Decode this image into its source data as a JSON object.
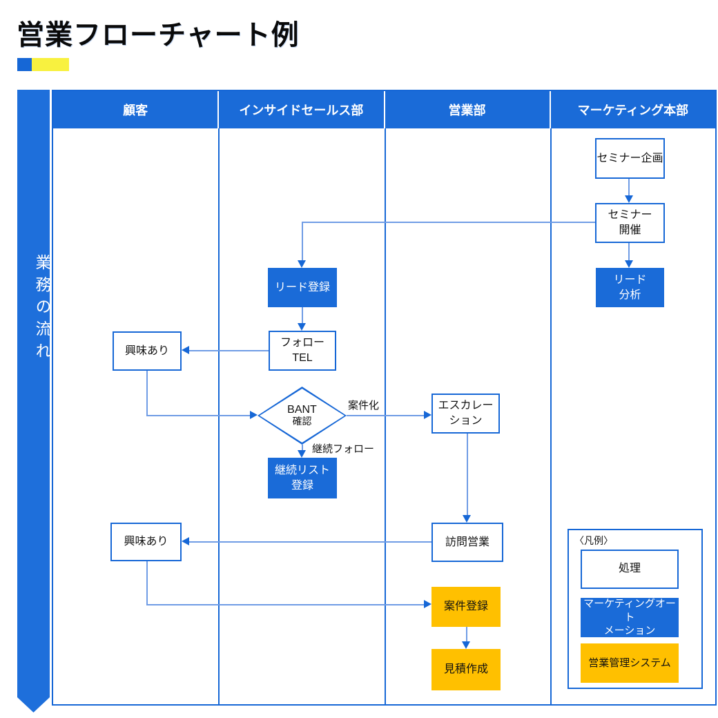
{
  "title": "営業フローチャート例",
  "ribbon": {
    "label": "業務の流れ"
  },
  "lanes": {
    "customer": "顧客",
    "inside_sales": "インサイドセールス部",
    "sales": "営業部",
    "marketing": "マーケティング本部"
  },
  "nodes": {
    "seminar_plan": "セミナー企画",
    "seminar_hold": "セミナー\n開催",
    "lead_analysis": "リード\n分析",
    "lead_register": "リード登録",
    "follow_tel": "フォロー\nTEL",
    "interested_1": "興味あり",
    "bant_line1": "BANT",
    "bant_line2": "確認",
    "continue_list": "継続リスト\n登録",
    "escalation": "エスカレー\nション",
    "visit_sales": "訪問営業",
    "interested_2": "興味あり",
    "case_register": "案件登録",
    "quote_create": "見積作成"
  },
  "edge_labels": {
    "dealized": "案件化",
    "continuous_follow": "継続フォロー"
  },
  "legend": {
    "title": "〈凡例〉",
    "process": "処理",
    "marketing_automation": "マーケティングオート\nメーション",
    "sales_system": "営業管理システム"
  },
  "colors": {
    "primary_blue": "#1A6BD8",
    "border_blue": "#1667D6",
    "connector_blue": "#6F9CE5",
    "accent_yellow": "#FFC000",
    "title_bar_yellow": "#F8F13F"
  }
}
